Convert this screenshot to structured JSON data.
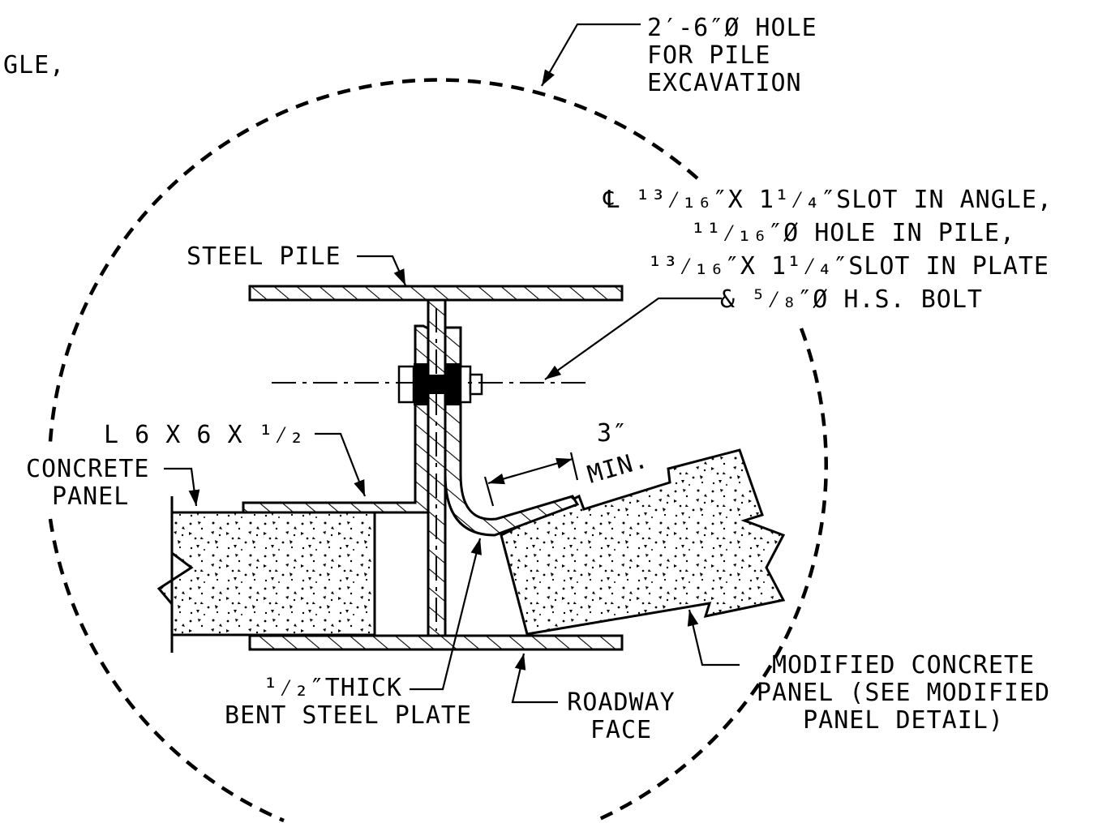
{
  "labels": {
    "fragment": "GLE,",
    "hole_line1": "2′-6″Ø HOLE",
    "hole_line2": "FOR PILE",
    "hole_line3": "EXCAVATION",
    "bolt_line1": "℄ ¹³⁄₁₆″X 1¹⁄₄″SLOT IN ANGLE,",
    "bolt_line2": "¹¹⁄₁₆″Ø HOLE IN PILE,",
    "bolt_line3": "¹³⁄₁₆″X 1¹⁄₄″SLOT IN PLATE",
    "bolt_line4": "& ⁵⁄₈″Ø H.S. BOLT",
    "steel_pile": "STEEL PILE",
    "angle": "L 6 X 6 X ¹⁄₂",
    "concrete_line1": "CONCRETE",
    "concrete_line2": "PANEL",
    "dim_value": "3″",
    "dim_note": "MIN.",
    "plate_line1": "¹⁄₂″THICK",
    "plate_line2": "BENT STEEL PLATE",
    "roadway_line1": "ROADWAY",
    "roadway_line2": "FACE",
    "modified_line1": "MODIFIED CONCRETE",
    "modified_line2": "PANEL (SEE MODIFIED",
    "modified_line3": "PANEL DETAIL)"
  },
  "colors": {
    "line": "#000000",
    "background": "#ffffff"
  }
}
